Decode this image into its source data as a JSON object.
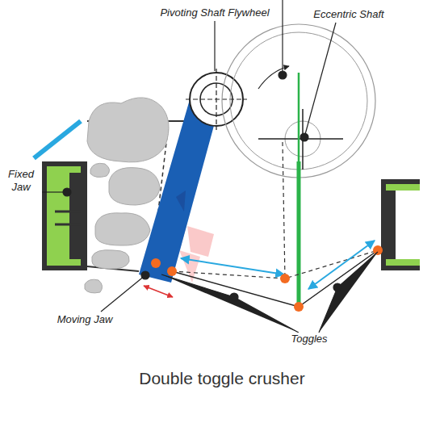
{
  "diagram": {
    "caption": "Double toggle crusher",
    "labels": [
      "Pivoting Shaft Flywheel",
      "Eccentric Shaft",
      "Fixed Jaw",
      "Moving Jaw",
      "Toggles"
    ]
  }
}
